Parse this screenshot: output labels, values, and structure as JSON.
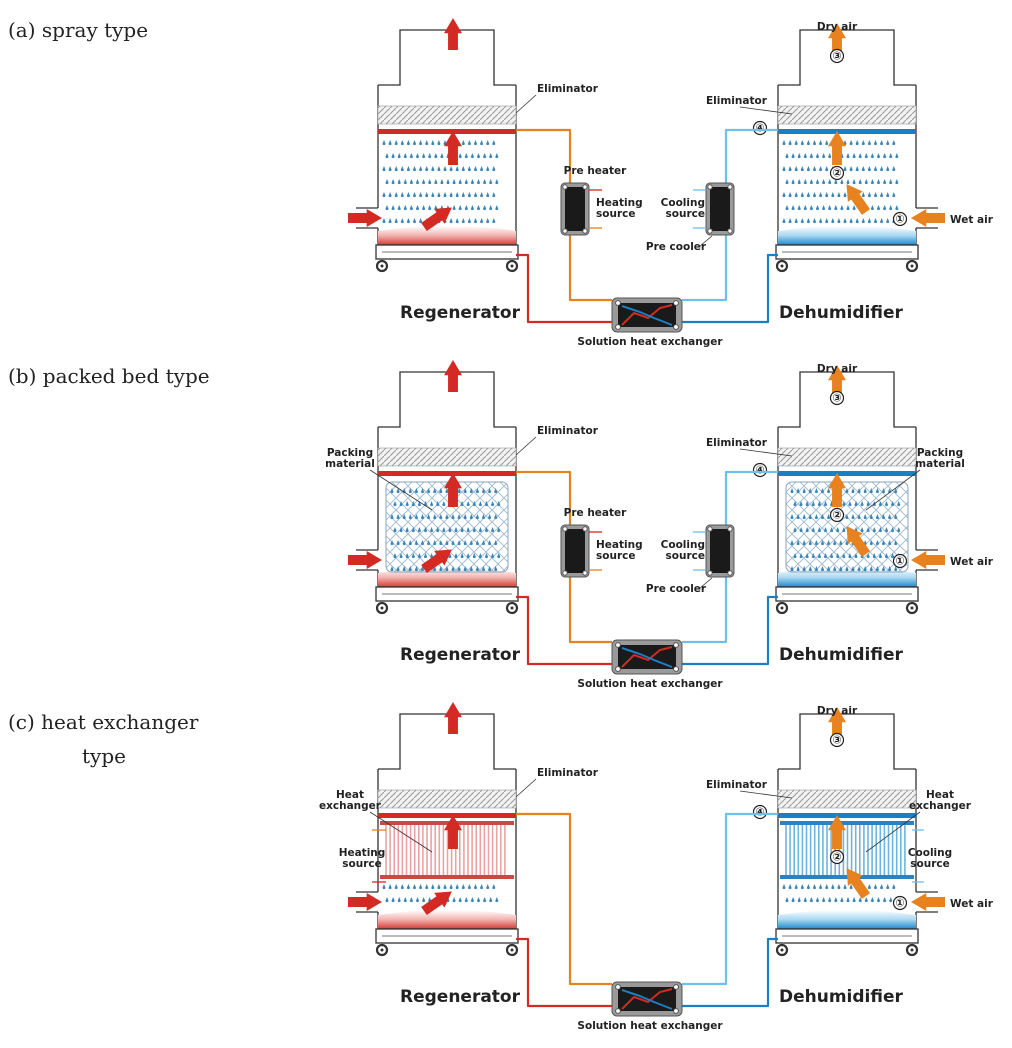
{
  "captions": {
    "a": "(a) spray type",
    "b": "(b) packed bed type",
    "c1": "(c) heat exchanger",
    "c2": "type"
  },
  "labels": {
    "dry_air": "Dry air",
    "wet_air": "Wet air",
    "eliminator": "Eliminator",
    "regenerator": "Regenerator",
    "dehumidifier": "Dehumidifier",
    "shx": "Solution heat exchanger",
    "pre_heater": "Pre heater",
    "pre_cooler": "Pre cooler",
    "heating_source_1": "Heating",
    "heating_source_2": "source",
    "cooling_source_1": "Cooling",
    "cooling_source_2": "source",
    "packing_1": "Packing",
    "packing_2": "material",
    "hx_1": "Heat",
    "hx_2": "exchanger",
    "n1": "①",
    "n2": "②",
    "n3": "③",
    "n4": "④"
  },
  "colors": {
    "hot": "#d42a24",
    "warm": "#e8821e",
    "cool": "#6fc0e8",
    "cold": "#1b7fc4"
  }
}
